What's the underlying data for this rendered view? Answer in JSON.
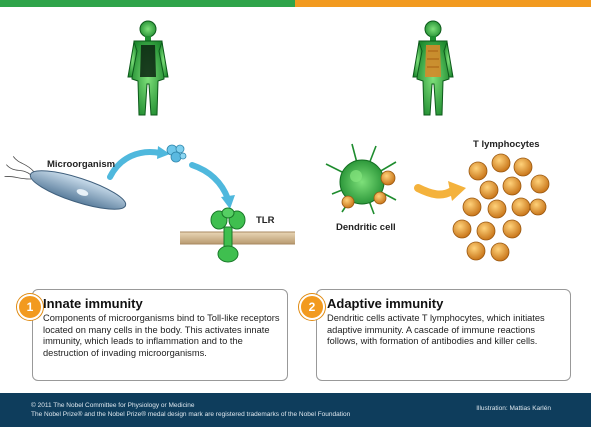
{
  "colors": {
    "innate": "#2fa44a",
    "adaptive": "#f29a1f",
    "footer_bg": "#0e3d5c"
  },
  "diagram": {
    "label_microorganism": "Microorganism",
    "label_tlr": "TLR",
    "label_t_lymphocytes": "T lymphocytes",
    "label_dendritic_cell": "Dendritic cell"
  },
  "cards": [
    {
      "number": "1",
      "title": "Innate immunity",
      "text": "Components of microorganisms bind to Toll-like receptors located on many cells in the body. This activates innate immunity, which leads to inflammation and to the destruction of invading microorganisms."
    },
    {
      "number": "2",
      "title": "Adaptive immunity",
      "text": "Dendritic cells activate T lymphocytes, which initiates adaptive immunity. A cascade of immune reactions follows, with formation of antibodies and killer cells."
    }
  ],
  "footer": {
    "line1": "© 2011 The Nobel Committee for Physiology or Medicine",
    "line2": "The Nobel Prize® and the Nobel Prize® medal design mark are registered trademarks of the Nobel Foundation",
    "credit": "Illustration: Mattias Karlén"
  }
}
